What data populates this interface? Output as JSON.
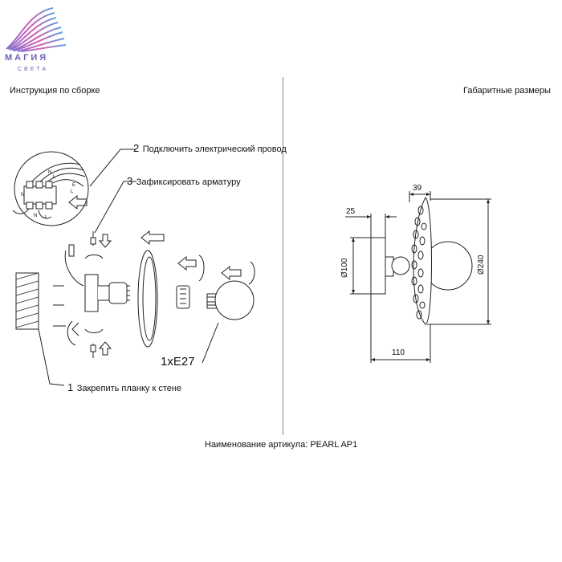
{
  "logo": {
    "word": "МАГИЯ",
    "sub": "СВЕТА"
  },
  "assembly": {
    "header": "Инструкция по сборке",
    "steps": [
      {
        "num": "1",
        "text": "Закрепить планку к стене"
      },
      {
        "num": "2",
        "text": "Подключить электрический провод"
      },
      {
        "num": "3",
        "text": "Зафиксировать арматуру"
      }
    ],
    "socket_label": "1xE27",
    "terminal_labels": [
      "N",
      "L",
      "N",
      "E",
      "L",
      "N",
      "L"
    ]
  },
  "dimensions": {
    "header": "Габаритные размеры",
    "values": {
      "depth_plate": "39",
      "base_width": "25",
      "base_diameter": "Ø100",
      "shade_diameter": "Ø240",
      "total_depth": "110"
    }
  },
  "article": "Наименование артикула: PEARL AP1"
}
